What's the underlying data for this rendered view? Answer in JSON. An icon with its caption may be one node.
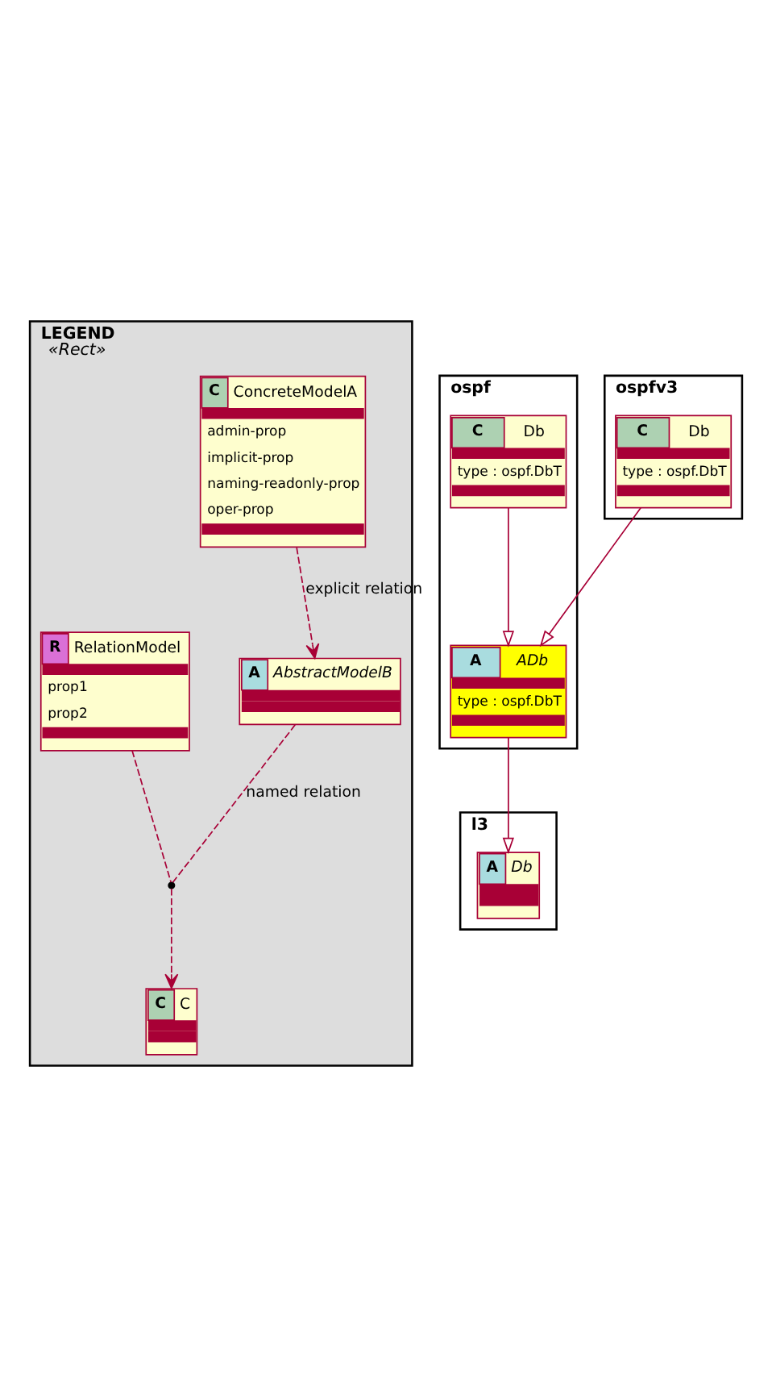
{
  "diagram": {
    "nodes": [
      {
        "text": [
          "LEGEND",
          "«Rect»"
        ]
      },
      {
        "text": [
          "C",
          "ConcreteModelA",
          "admin-prop",
          "implicit-prop",
          "naming-readonly-prop",
          "oper-prop"
        ],
        "in": 0
      },
      {
        "text": [
          "A",
          "AbstractModelB"
        ],
        "in": 0
      },
      {
        "text": [],
        "shape": "dot",
        "in": 0
      },
      {
        "text": [
          "R",
          "RelationModel",
          "prop1",
          "prop2"
        ],
        "in": 0
      },
      {
        "text": [
          "C",
          "C"
        ],
        "in": 0
      },
      {
        "text": [
          "l3"
        ]
      },
      {
        "text": [
          "A",
          "Db"
        ],
        "in": 6
      },
      {
        "text": [
          "ospf"
        ]
      },
      {
        "text": [
          "A",
          "ADb",
          "type : ospf.DbT"
        ],
        "in": 8
      },
      {
        "text": [
          "C",
          "Db",
          "type : ospf.DbT"
        ],
        "in": 8
      },
      {
        "text": [
          "ospfv3"
        ]
      },
      {
        "text": [
          "C",
          "Db",
          "type : ospf.DbT"
        ],
        "in": 11
      }
    ],
    "edges": [
      {
        "from": 1,
        "to": 2,
        "arrow": "to",
        "style": "dashed",
        "label": "explicit relation"
      },
      {
        "from": 2,
        "to": 3,
        "arrow": "none",
        "style": "dashed",
        "label": "named relation"
      },
      {
        "from": 3,
        "to": 5,
        "arrow": "to",
        "style": "dashed"
      },
      {
        "from": 4,
        "to": 3,
        "arrow": "none",
        "style": "dashed"
      },
      {
        "from": 9,
        "to": 7,
        "arrow": "to"
      },
      {
        "from": 10,
        "to": 9,
        "arrow": "to"
      },
      {
        "from": 12,
        "to": 9,
        "arrow": "to"
      }
    ]
  }
}
